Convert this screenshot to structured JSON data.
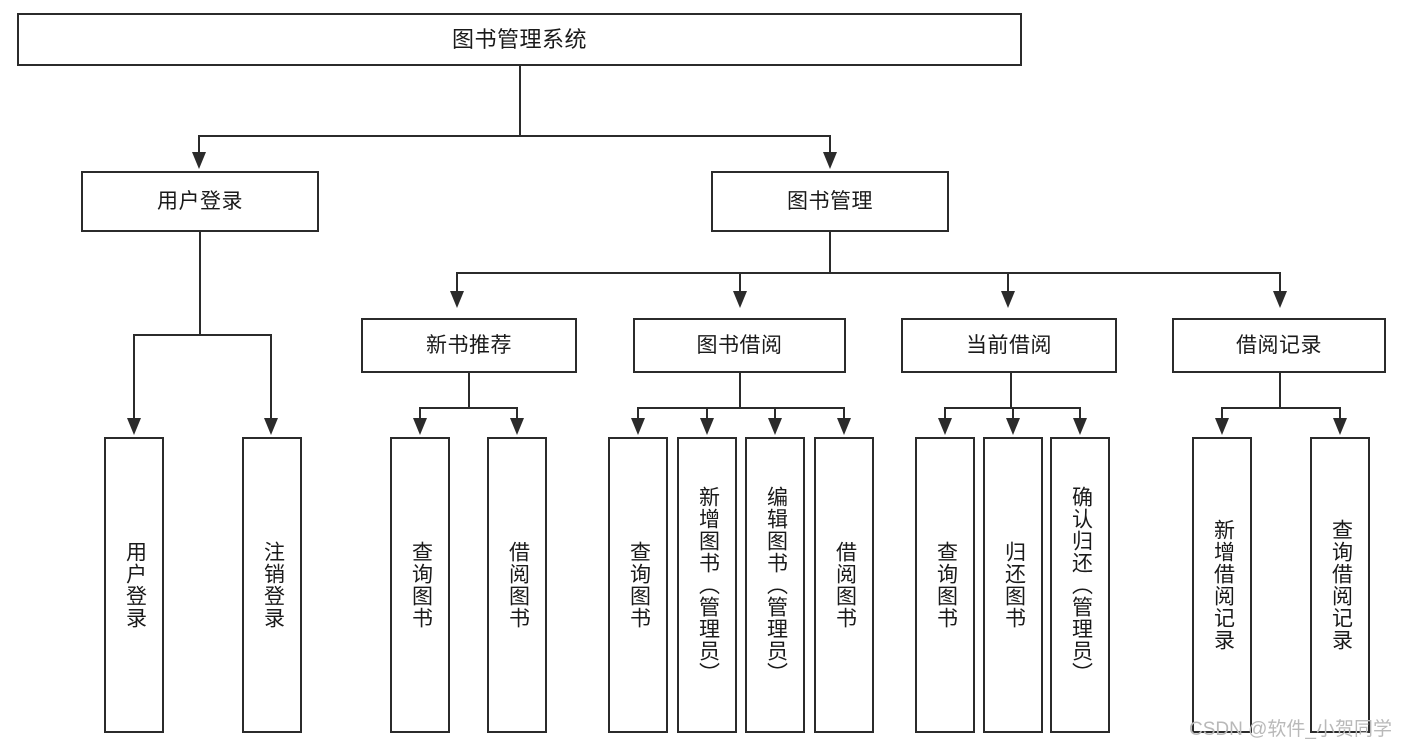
{
  "diagram": {
    "title": "图书管理系统",
    "type": "hierarchy-tree",
    "watermark": "CSDN @软件_小贺同学",
    "colors": {
      "stroke": "#2b2b2b",
      "fill": "#ffffff",
      "text": "#1a1a1a",
      "watermark": "#b9b9b9"
    },
    "nodes": {
      "root": "图书管理系统",
      "level2": [
        "用户登录",
        "图书管理"
      ],
      "level3": [
        "新书推荐",
        "图书借阅",
        "当前借阅",
        "借阅记录"
      ],
      "leaves_user_login": [
        "用户登录",
        "注销登录"
      ],
      "leaves_new_books": [
        "查询图书",
        "借阅图书"
      ],
      "leaves_borrow": [
        "查询图书",
        "新增图书（管理员）",
        "编辑图书（管理员）",
        "借阅图书"
      ],
      "leaves_current": [
        "查询图书",
        "归还图书",
        "确认归还（管理员）"
      ],
      "leaves_records": [
        "新增借阅记录",
        "查询借阅记录"
      ]
    }
  }
}
